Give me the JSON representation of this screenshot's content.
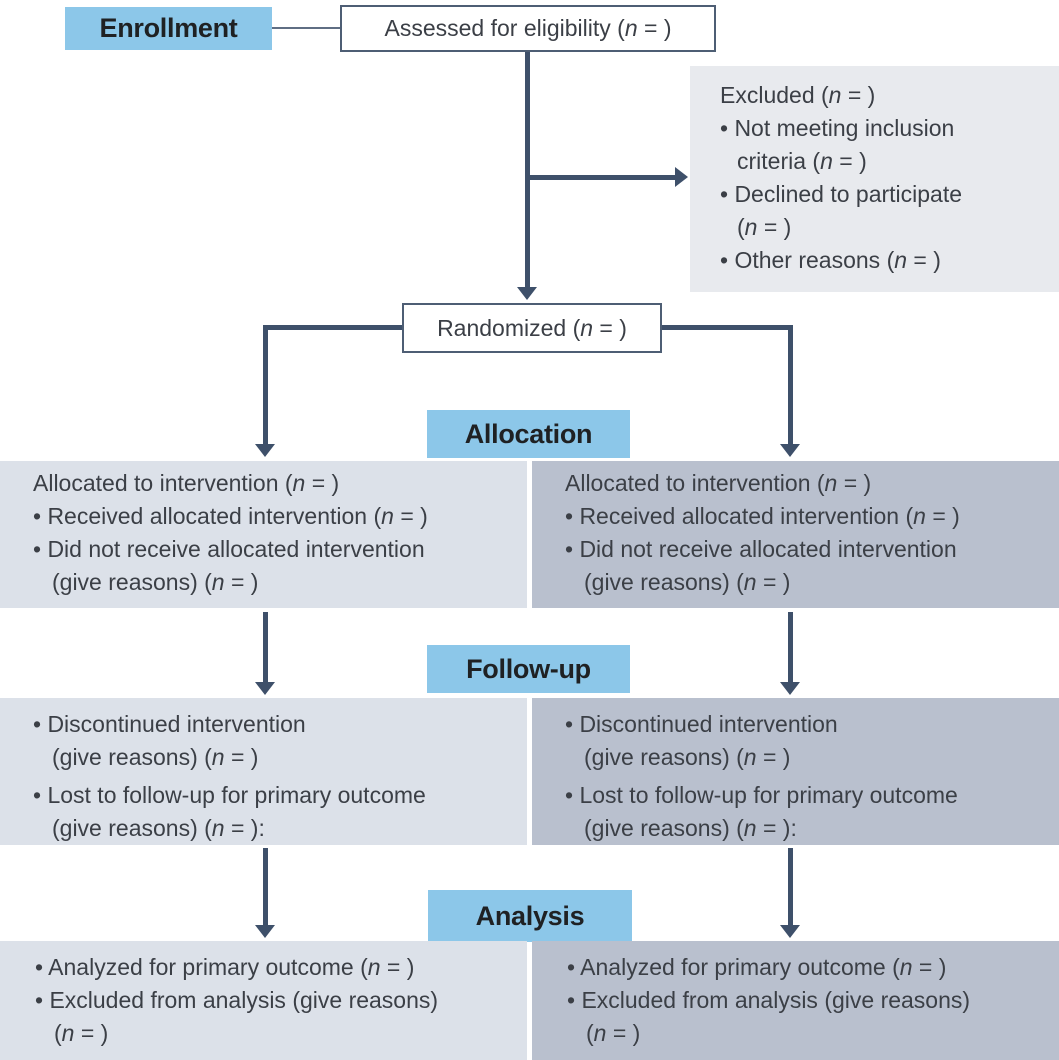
{
  "labels": {
    "enrollment": "Enrollment",
    "allocation": "Allocation",
    "follow_up": "Follow-up",
    "analysis": "Analysis"
  },
  "boxes": {
    "assessed": {
      "text": "Assessed for eligibility (n = )"
    },
    "excluded": {
      "title": "Excluded (n = )",
      "bullets": [
        "• Not meeting inclusion\ncriteria (n = )",
        "• Declined to participate\n(n = )",
        "• Other reasons (n = )"
      ]
    },
    "randomized": {
      "text": "Randomized (n = )"
    },
    "allocation_left": {
      "title": "Allocated to intervention (n = )",
      "bullets": [
        "• Received allocated intervention (n = )",
        "• Did not receive allocated intervention\n(give reasons) (n = )"
      ]
    },
    "allocation_right": {
      "title": "Allocated to intervention (n = )",
      "bullets": [
        "• Received allocated intervention (n = )",
        "• Did not receive allocated intervention\n(give reasons) (n = )"
      ]
    },
    "followup_left": {
      "bullets": [
        "• Discontinued intervention\n(give reasons) (n = )",
        "• Lost to follow-up for primary outcome\n(give reasons) (n = ):"
      ]
    },
    "followup_right": {
      "bullets": [
        "• Discontinued intervention\n(give reasons) (n = )",
        "• Lost to follow-up for primary outcome\n(give reasons) (n = ):"
      ]
    },
    "analysis_left": {
      "bullets": [
        "• Analyzed for primary outcome (n = )",
        "• Excluded from analysis (give reasons)\n(n = )"
      ]
    },
    "analysis_right": {
      "bullets": [
        "• Analyzed for primary outcome (n = )",
        "• Excluded from analysis (give reasons)\n(n = )"
      ]
    }
  },
  "colors": {
    "stage_label_bg": "#8cc7e9",
    "stage_label_text": "#1f2123",
    "left_column_bg": "#dce1e9",
    "right_column_bg": "#b9c0ce",
    "excluded_bg": "#e8eaee",
    "connector": "#3e506a",
    "box_border": "#4e5e74",
    "body_text": "#3b3f46"
  }
}
